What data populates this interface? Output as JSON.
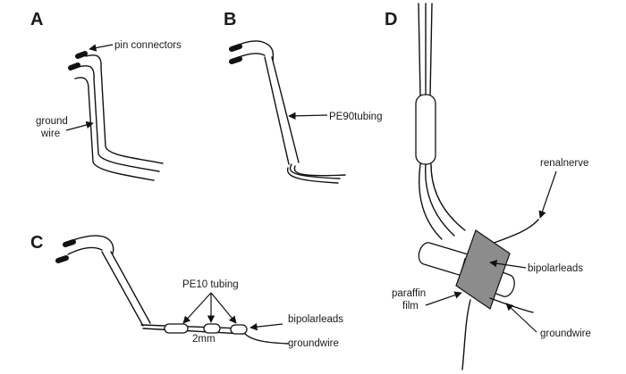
{
  "panels": {
    "a": {
      "letter": "A",
      "pin_label": "pin connectors",
      "ground_label_1": "ground",
      "ground_label_2": "wire"
    },
    "b": {
      "letter": "B",
      "tubing_label": "PE90tubing"
    },
    "c": {
      "letter": "C",
      "tubing_label": "PE10 tubing",
      "gap_label": "2mm",
      "leads_label": "bipolarleads",
      "ground_label": "groundwire"
    },
    "d": {
      "letter": "D",
      "nerve_label": "renalnerve",
      "leads_label": "bipolarleads",
      "film_label_1": "paraffin",
      "film_label_2": "film",
      "ground_label": "groundwire"
    }
  },
  "colors": {
    "ink": "#111111",
    "film": "#8c8c8c",
    "background": "#ffffff"
  }
}
